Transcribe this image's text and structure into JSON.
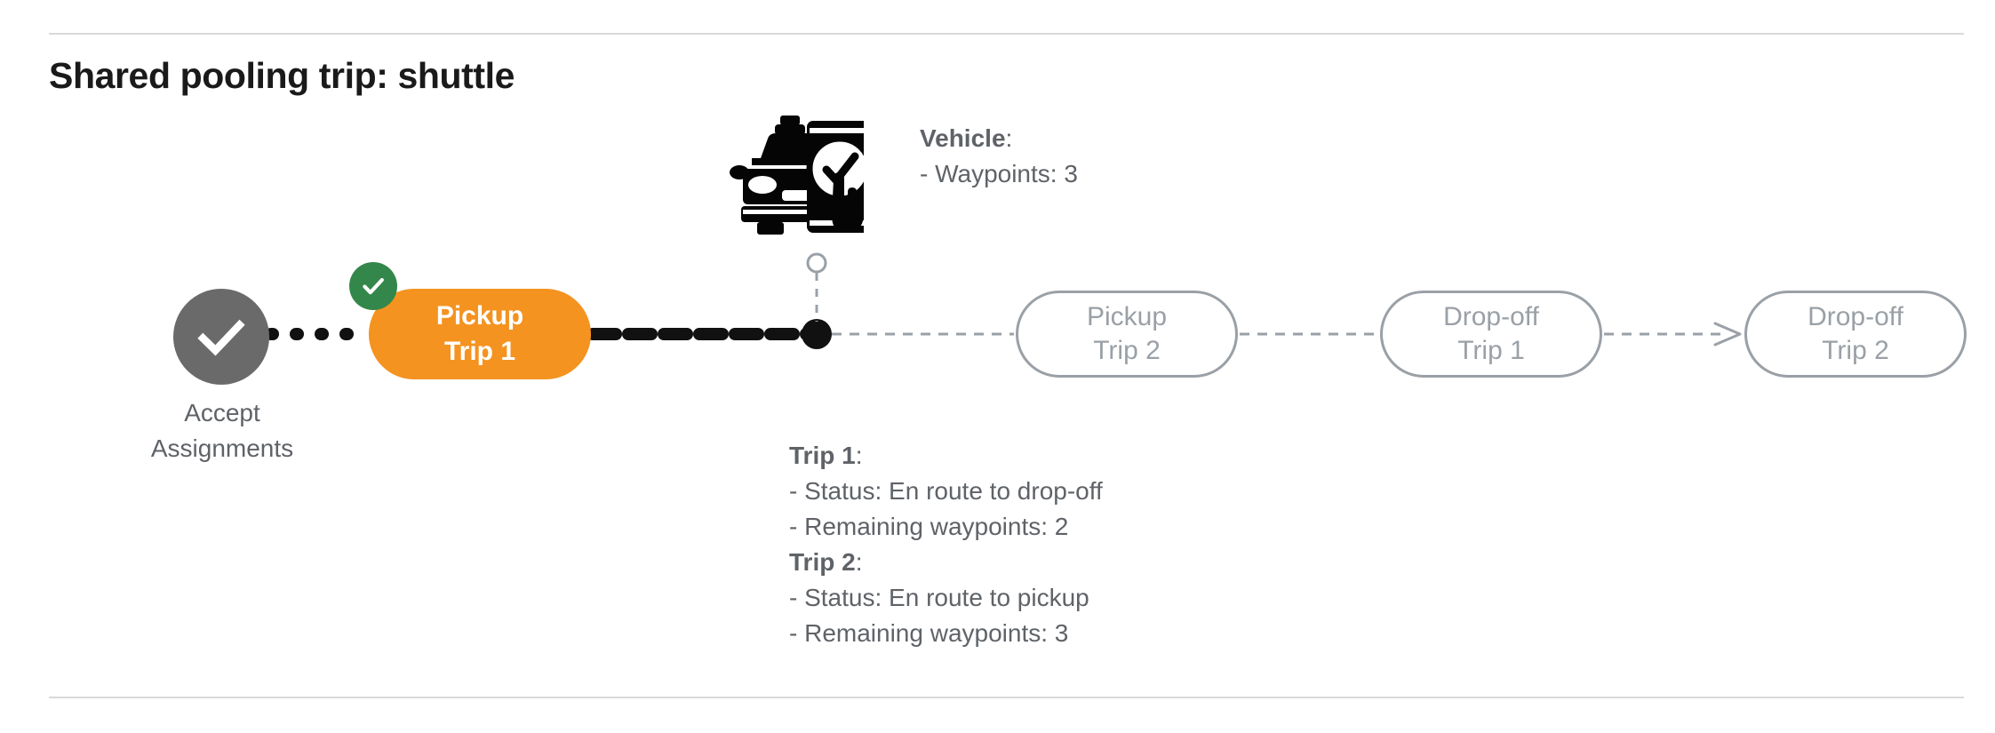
{
  "page": {
    "title": "Shared pooling trip: shuttle"
  },
  "colors": {
    "active_pill": "#F4931F",
    "badge_green": "#34874A",
    "accept_gray": "#6A6A6A",
    "upcoming_gray": "#9AA0A6",
    "text_gray": "#5F6368",
    "rule_gray": "#D9D9D9"
  },
  "timeline": {
    "accept_node": {
      "label_line1": "Accept",
      "label_line2": "Assignments",
      "icon": "check-circle-icon",
      "state": "completed"
    },
    "active_step": {
      "line1": "Pickup",
      "line2": "Trip 1",
      "badge_icon": "check-badge-icon",
      "state": "completed-current"
    },
    "upcoming_steps": [
      {
        "line1": "Pickup",
        "line2": "Trip 2",
        "state": "upcoming"
      },
      {
        "line1": "Drop-off",
        "line2": "Trip 1",
        "state": "upcoming"
      },
      {
        "line1": "Drop-off",
        "line2": "Trip 2",
        "state": "upcoming"
      }
    ]
  },
  "vehicle": {
    "icon": "car-phone-check-icon",
    "heading": "Vehicle",
    "heading_colon": ":",
    "waypoints_line": "- Waypoints: 3",
    "position_marker": "vehicle-position-dot"
  },
  "trips": [
    {
      "heading": "Trip 1",
      "heading_colon": ":",
      "status_line": "- Status:  En route to drop-off",
      "waypoints_line": "- Remaining waypoints: 2"
    },
    {
      "heading": "Trip 2",
      "heading_colon": ":",
      "status_line": "- Status:  En route to pickup",
      "waypoints_line": "- Remaining waypoints: 3"
    }
  ]
}
